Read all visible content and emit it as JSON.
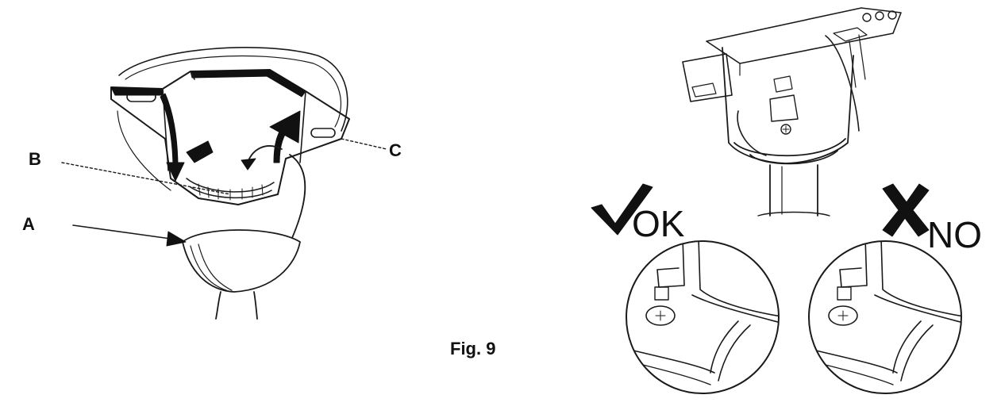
{
  "labels": {
    "a": "A",
    "b": "B",
    "c": "C"
  },
  "caption": "Fig. 9",
  "status": {
    "ok": "OK",
    "no": "NO"
  },
  "icons": {
    "ok": "check-mark-icon",
    "no": "x-mark-icon"
  }
}
